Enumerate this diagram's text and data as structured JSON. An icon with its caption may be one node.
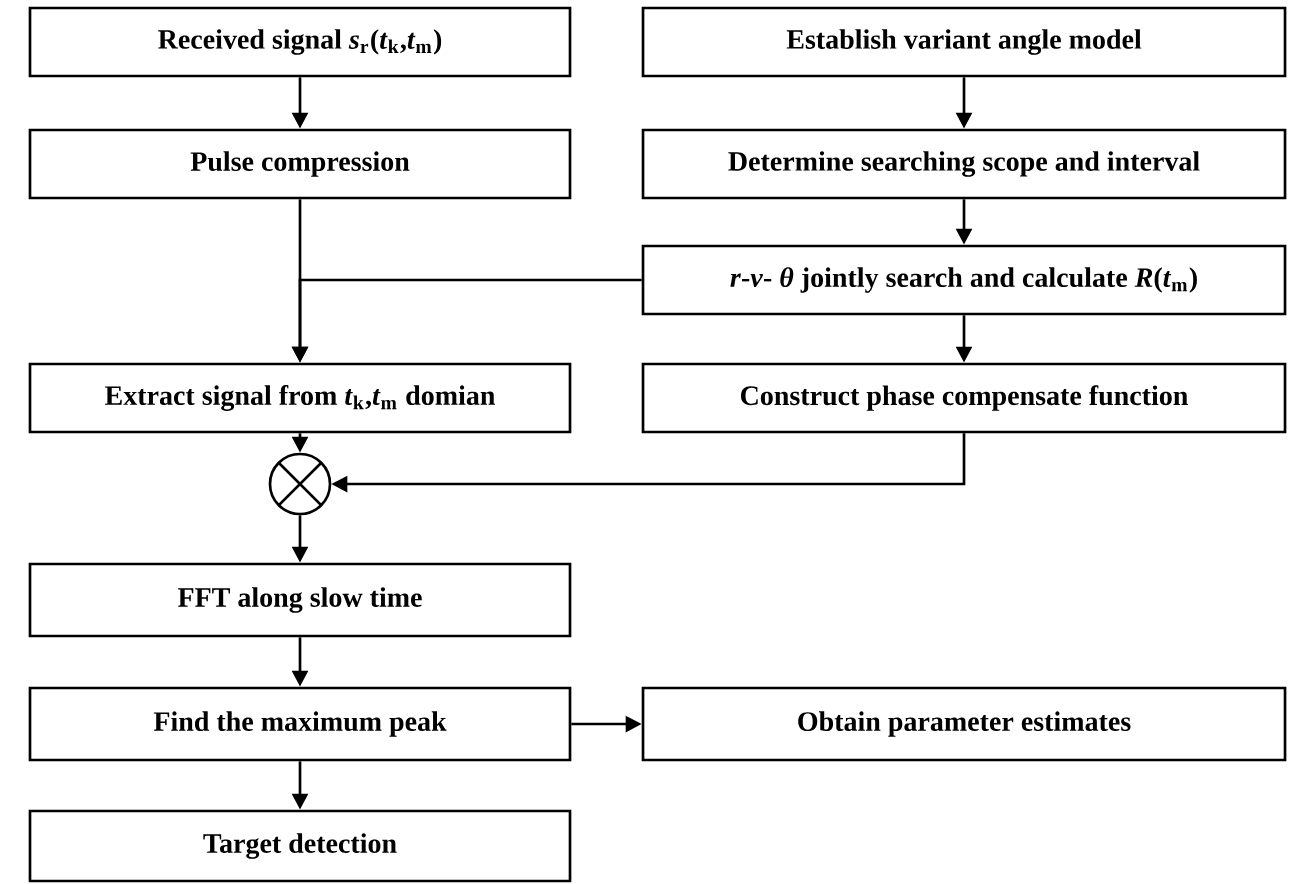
{
  "diagram": {
    "nodes": [
      {
        "text": [
          "Received signal *s*$_{r}$(*t*$_{k}$,*t*$_{m}$)"
        ]
      },
      {
        "text": [
          "Pulse compression"
        ]
      },
      {
        "text": [
          "Extract signal from *t*$_{k}$,*t*$_{m}$ domian"
        ]
      },
      {
        "text": [],
        "shape": "circle"
      },
      {
        "text": [
          "FFT along slow time"
        ]
      },
      {
        "text": [
          "Find the maximum peak"
        ]
      },
      {
        "text": [
          "Target detection"
        ]
      },
      {
        "text": [
          "Establish variant angle model"
        ]
      },
      {
        "text": [
          "Determine searching scope and interval"
        ]
      },
      {
        "text": [
          "*r*-*v*- *θ* jointly search and calculate *R*(*t*$_{m}$)"
        ]
      },
      {
        "text": [
          "Construct phase compensate function"
        ]
      },
      {
        "text": [
          "Obtain parameter estimates"
        ]
      }
    ],
    "edges": [
      {
        "from": 0,
        "to": 1,
        "arrow": "to"
      },
      {
        "from": 1,
        "to": 2,
        "arrow": "to"
      },
      {
        "from": 9,
        "to": 2,
        "arrow": "to"
      },
      {
        "from": 2,
        "to": 3,
        "arrow": "to"
      },
      {
        "from": 10,
        "to": 3,
        "arrow": "to"
      },
      {
        "from": 3,
        "to": 4,
        "arrow": "to"
      },
      {
        "from": 4,
        "to": 5,
        "arrow": "to"
      },
      {
        "from": 5,
        "to": 6,
        "arrow": "to"
      },
      {
        "from": 5,
        "to": 11,
        "arrow": "to"
      },
      {
        "from": 7,
        "to": 8,
        "arrow": "to"
      },
      {
        "from": 8,
        "to": 9,
        "arrow": "to"
      },
      {
        "from": 9,
        "to": 10,
        "arrow": "to"
      }
    ]
  }
}
